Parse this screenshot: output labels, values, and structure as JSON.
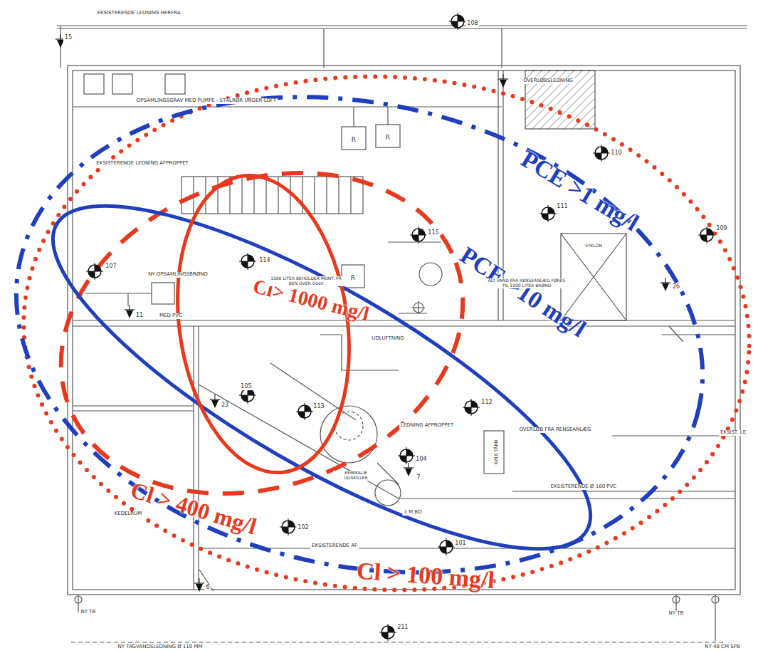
{
  "diagram": {
    "labels": [
      "EKSISTERENDE LEDNING HERFRA",
      "15",
      "108",
      "OVERLØBSLEDNING",
      "OPSAMLINGSGRAV MED PUMPE - STÅLRØR UNDER LOFT",
      "R",
      "R",
      "EKSISTERENDE LEDNING AFPROPPET",
      "110",
      "PCE >1 mg/l",
      "111",
      "109",
      "114",
      "115",
      "PCE >10 mg/l",
      "SYKLON",
      "26",
      "107",
      "NY OPSAMLINGSBRØND",
      "Cl> 1000 mg/l",
      "R",
      "1500 LITER BEHOLDER MONT. PÅ BEN OVER GULV",
      "ALT VAND FRA RENSEANLÆG FØRES TIL 1000 LITER BRØND",
      "11",
      "MED PVC",
      "UDLUFTNING",
      "105",
      "23",
      "113",
      "112",
      "LEDNING AFPROPPET",
      "OVERLØB FRA RENSEANLÆG",
      "KØLE TÅRN",
      "EKSIST. LE",
      "KEMIKALIE UDSKILLER",
      "104",
      "7",
      "1 M BD",
      "EKSISTERENDE Ø 160 PVC",
      "Cl > 400 mg/l",
      "KEDELRUM",
      "102",
      "EKSISTERENDE AF",
      "101",
      "Cl > 100 mg/l",
      "6",
      "NY TB",
      "NY TB",
      "211",
      "NY TAGVANDSLEDNING Ø 110 MM",
      "NY 48 CM SPB"
    ]
  }
}
